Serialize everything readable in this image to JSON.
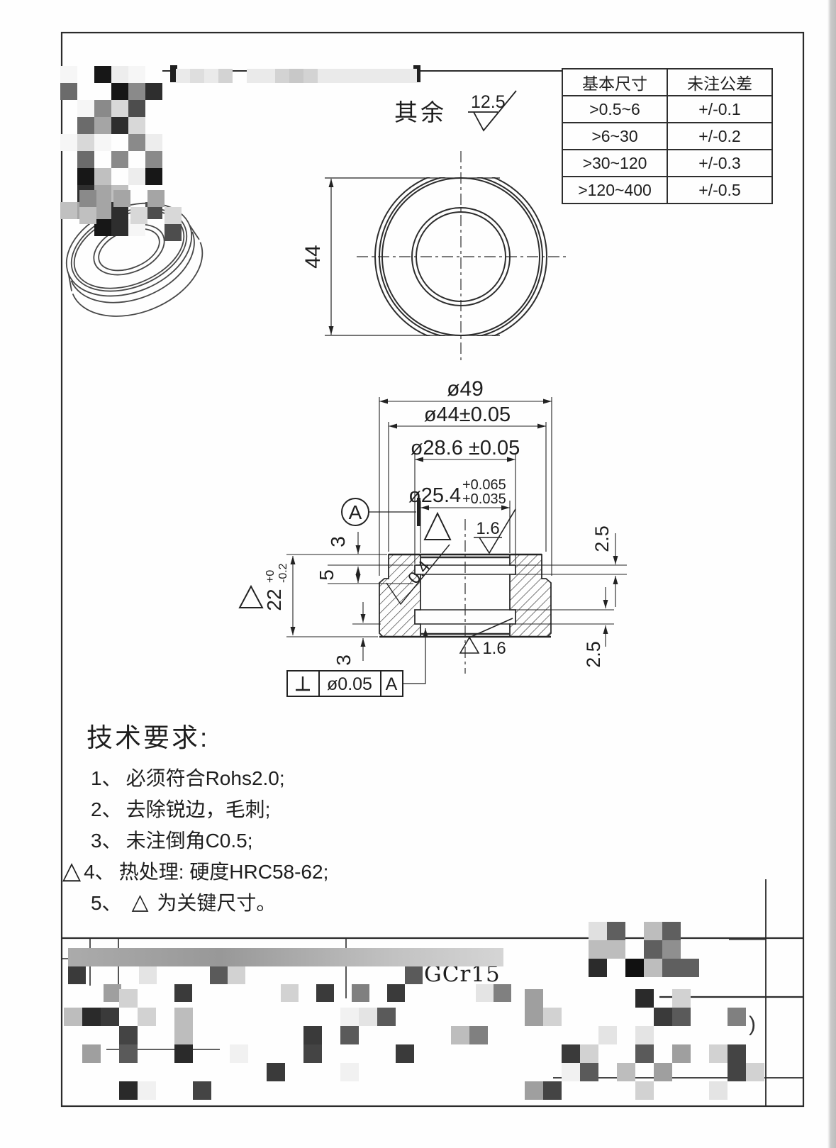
{
  "surface_note": {
    "prefix": "其余",
    "value": "12.5"
  },
  "tolerance_table": {
    "headers": [
      "基本尺寸",
      "未注公差"
    ],
    "rows": [
      {
        "range": ">0.5~6",
        "tol": "+/-0.1"
      },
      {
        "range": ">6~30",
        "tol": "+/-0.2"
      },
      {
        "range": ">30~120",
        "tol": "+/-0.3"
      },
      {
        "range": ">120~400",
        "tol": "+/-0.5"
      }
    ]
  },
  "front_view": {
    "height": "44"
  },
  "section": {
    "dia1": "ø49",
    "dia2": "ø44±0.05",
    "dia3": "ø28.6 ±0.05",
    "dia4": "ø25.4",
    "dia4_tol_up": "+0.065",
    "dia4_tol_low": "+0.035",
    "dim_top3": "3",
    "dim_5": "5",
    "height": "22",
    "height_up": "+0",
    "height_low": "-0.2",
    "dim_bottom3": "3",
    "lip_top": "2.5",
    "lip_bottom": "2.5",
    "rough_top": "1.6",
    "rough_bottom": "1.6",
    "groove": "0.4",
    "datum": "A",
    "fcf_symbol": "⊥",
    "fcf_tol": "ø0.05",
    "fcf_datum": "A"
  },
  "marks": {
    "triangle": "△"
  },
  "tech": {
    "title": "技术要求:",
    "items": [
      {
        "no": "1、",
        "text": "必须符合Rohs2.0;"
      },
      {
        "no": "2、",
        "text": "去除锐边，毛刺;"
      },
      {
        "no": "3、",
        "text": "未注倒角C0.5;"
      },
      {
        "no": "4、",
        "text": "热处理: 硬度HRC58-62;"
      },
      {
        "no": "5、",
        "text": "为关键尺寸。"
      }
    ]
  },
  "title_block": {
    "material": "GCr15",
    "paren": ")"
  }
}
